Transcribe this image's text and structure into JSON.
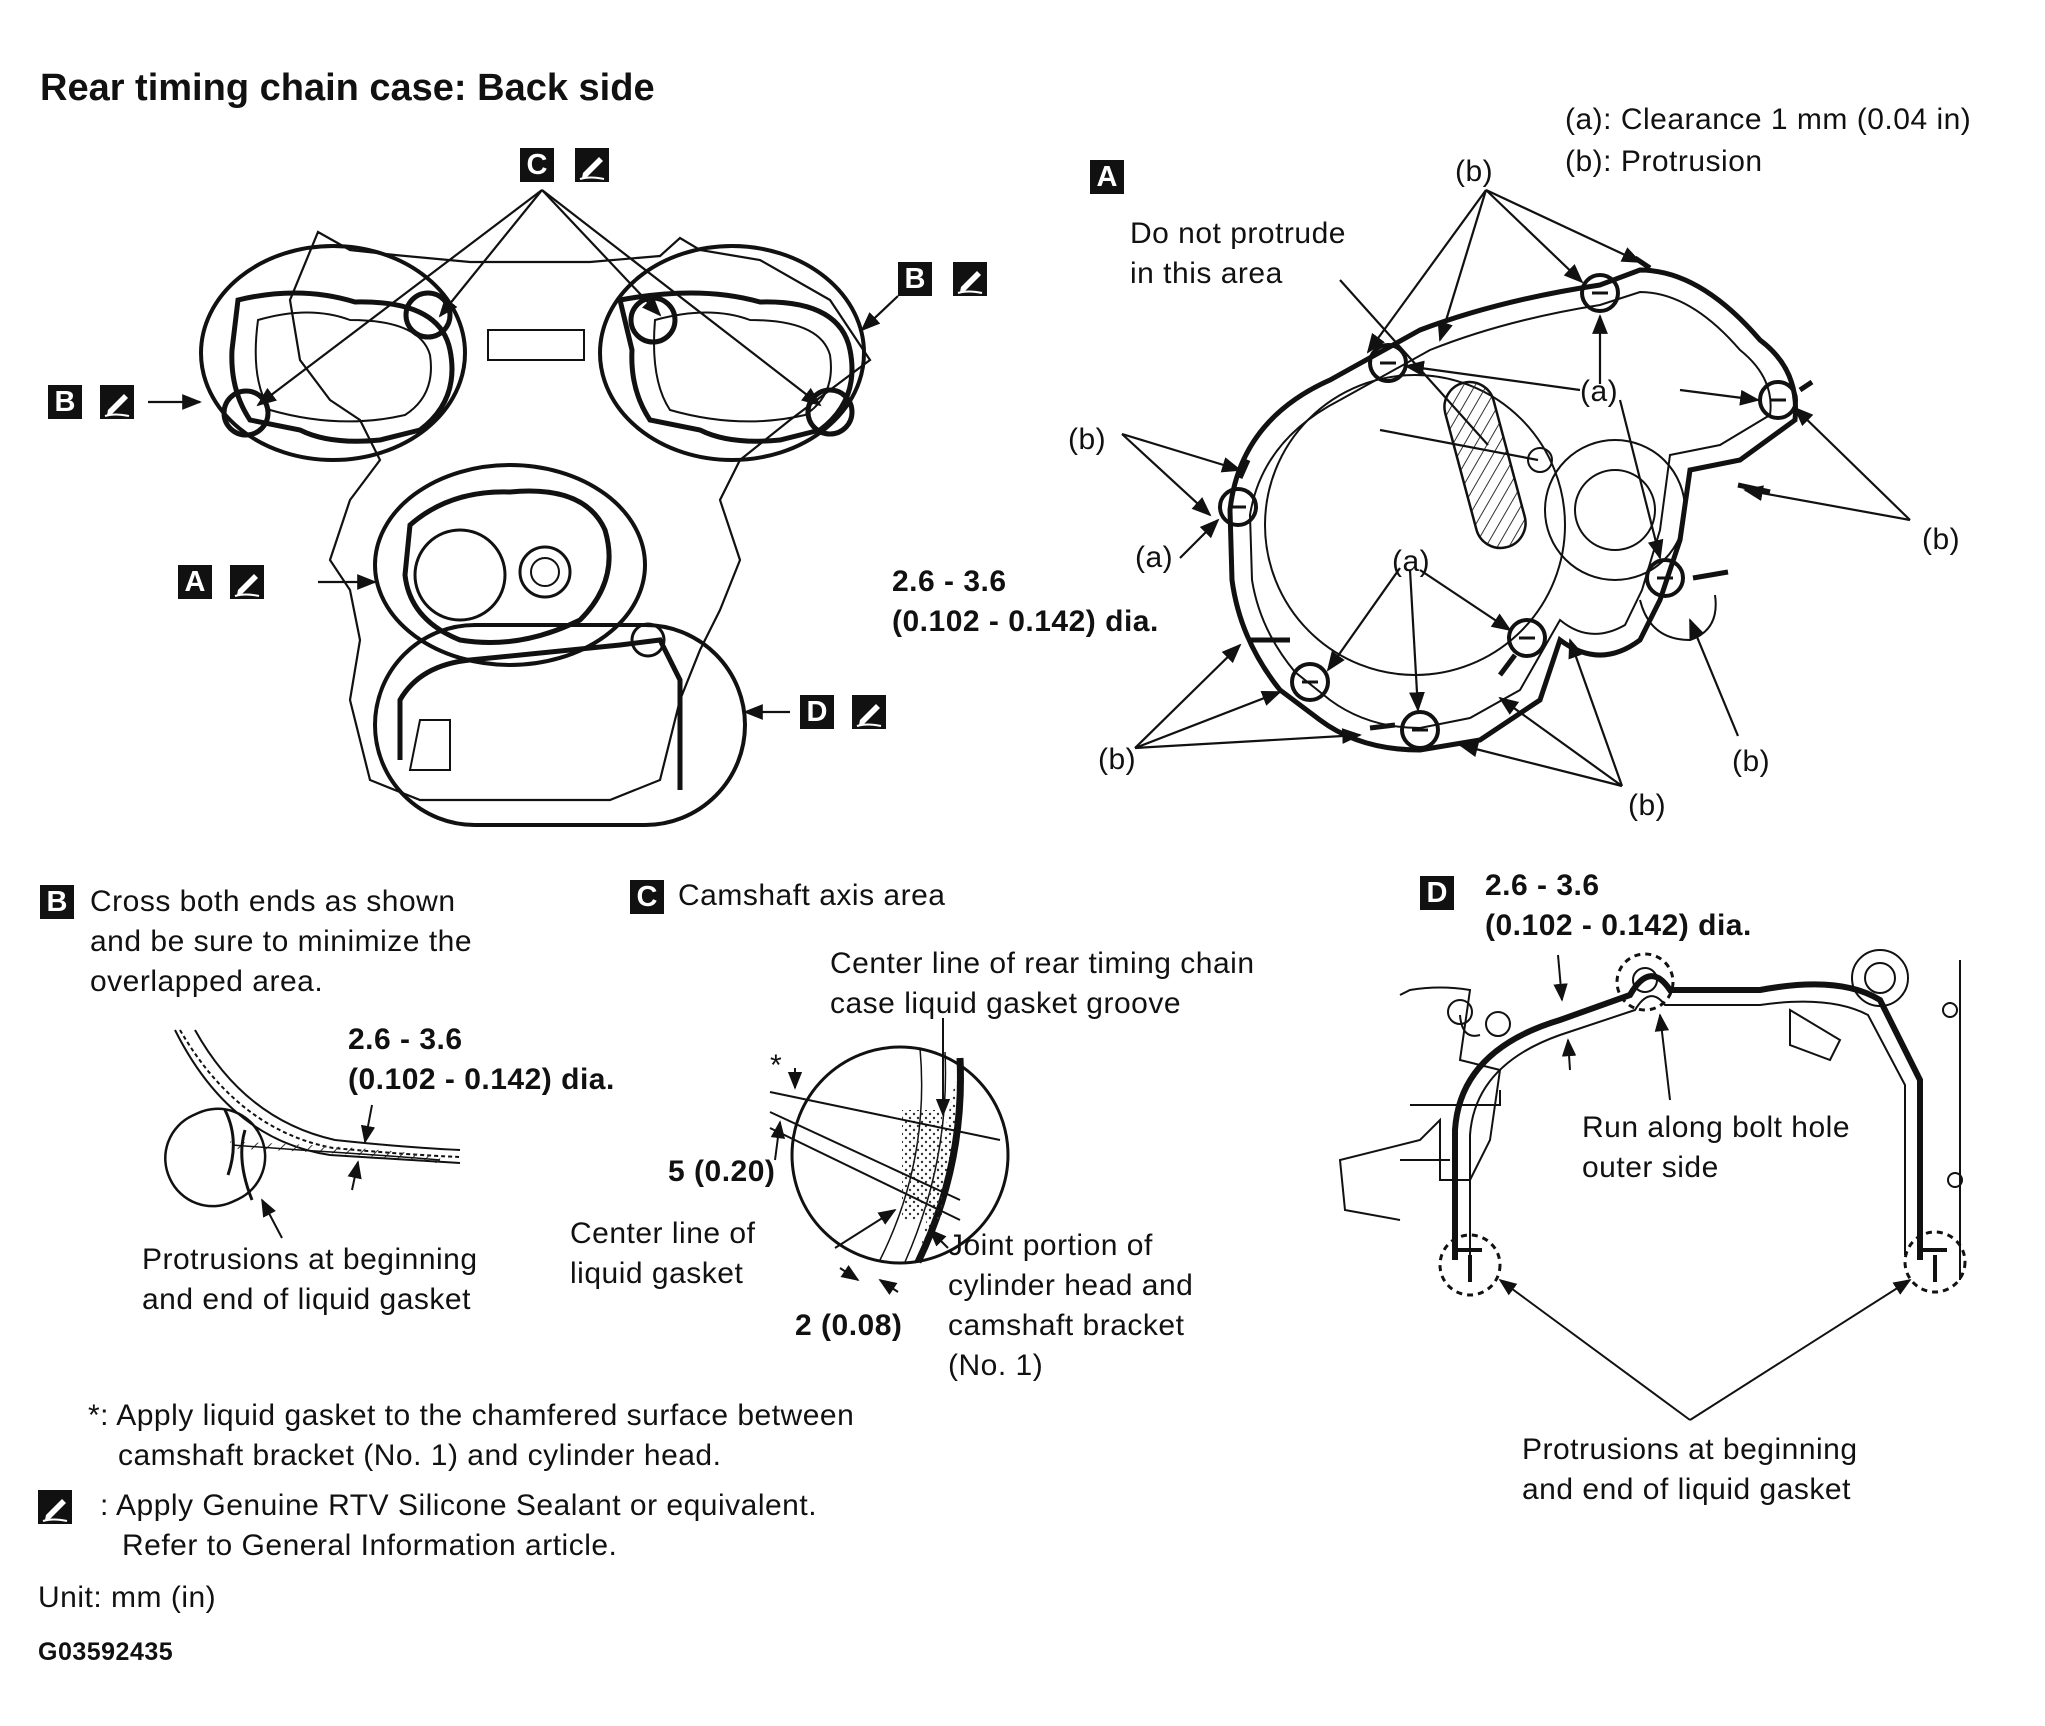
{
  "title": "Rear timing chain case: Back side",
  "badge_letters": {
    "a": "A",
    "b": "B",
    "c": "C",
    "d": "D"
  },
  "legend": {
    "a": "(a): Clearance 1 mm (0.04 in)",
    "b": "(b): Protrusion"
  },
  "panel_a": {
    "do_not_protrude": [
      "Do not protrude",
      "in this area"
    ],
    "callout_a": "(a)",
    "callout_b": "(b)"
  },
  "bead_size": {
    "line1": "2.6 - 3.6",
    "line2": "(0.102 - 0.142) dia."
  },
  "panel_b": {
    "caption": [
      "Cross both ends as shown",
      "and be sure to minimize the",
      "overlapped area."
    ],
    "protrusions": [
      "Protrusions at beginning",
      "and end of liquid gasket"
    ]
  },
  "panel_c": {
    "caption": "Camshaft axis area",
    "center_groove": [
      "Center line of rear timing chain",
      "case liquid gasket groove"
    ],
    "star": "*",
    "dim_5": "5 (0.20)",
    "center_gasket": [
      "Center line of",
      "liquid gasket"
    ],
    "dim_2": "2 (0.08)",
    "joint": [
      "Joint portion of",
      "cylinder head and",
      "camshaft bracket",
      "(No. 1)"
    ]
  },
  "panel_d": {
    "run_along": [
      "Run along bolt hole",
      "outer side"
    ],
    "protrusions": [
      "Protrusions at beginning",
      "and end of liquid gasket"
    ]
  },
  "notes": {
    "star_note": [
      "*: Apply liquid gasket to the chamfered surface between",
      "camshaft bracket (No. 1) and cylinder head."
    ],
    "sealant_note": [
      ": Apply Genuine RTV Silicone Sealant or equivalent.",
      "Refer to General Information article."
    ],
    "unit": "Unit: mm (in)",
    "code": "G03592435"
  },
  "colors": {
    "ink": "#111111",
    "background": "#ffffff",
    "hatch": "#555555"
  }
}
